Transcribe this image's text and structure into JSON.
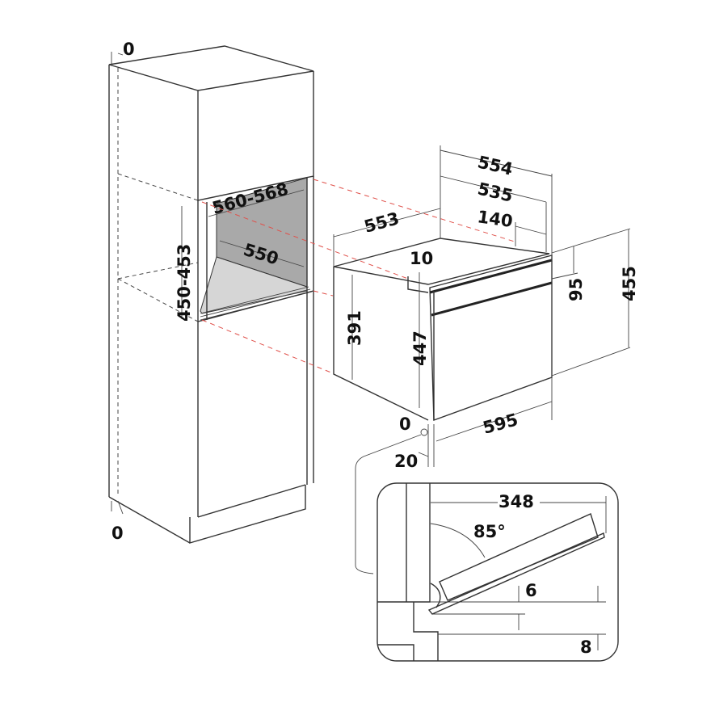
{
  "colors": {
    "line": "#333333",
    "guide": "#e0504a",
    "niche_back": "#a9a9a9",
    "niche_floor": "#d6d6d6"
  },
  "cabinet": {
    "top_gap": "0",
    "niche_width": "560-568",
    "niche_depth": "550",
    "niche_height": "450-453",
    "bottom_gap": "0"
  },
  "oven": {
    "depth_body": "553",
    "depth_total": "554",
    "depth_535": "535",
    "depth_140": "140",
    "top_offset": "10",
    "side_height": "391",
    "body_height": "447",
    "panel_height": "95",
    "total_height": "455",
    "width": "595",
    "bottom_gap": "0",
    "front_offset": "20"
  },
  "detail": {
    "door_length": "348",
    "door_angle": "85°",
    "gap_6": "6",
    "gap_8": "8"
  }
}
